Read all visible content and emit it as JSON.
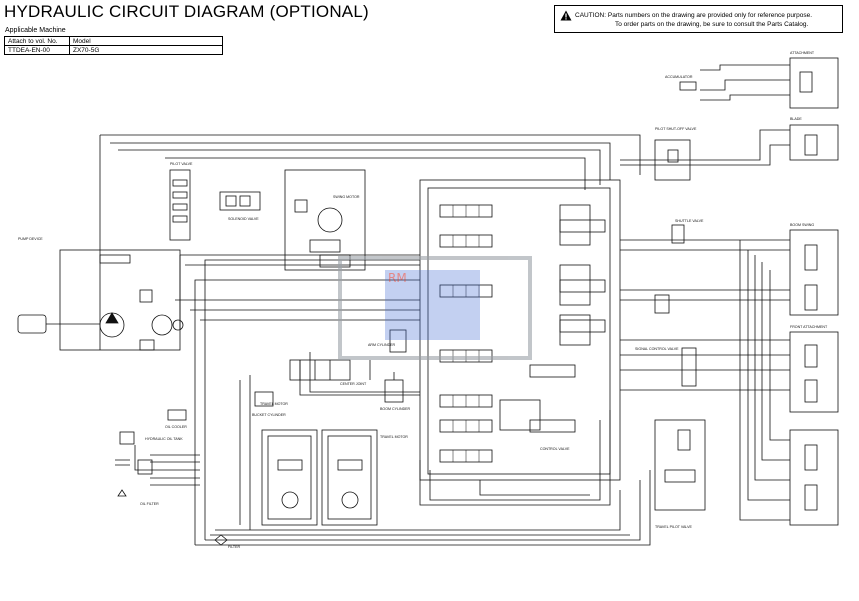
{
  "header": {
    "title": "HYDRAULIC CIRCUIT DIAGRAM (OPTIONAL)",
    "applicable_label": "Applicable Machine",
    "table": {
      "col1_header": "Attach to vol. No.",
      "col2_header": "Model",
      "col1_value": "TTDEA-EN-00",
      "col2_value": "ZX70-5G"
    }
  },
  "caution": {
    "icon": "warning-triangle-icon",
    "line1": "CAUTION: Parts numbers on the drawing are provided only for reference purpose.",
    "line2": "To order parts on the drawing, be sure to consult the Parts Catalog."
  },
  "watermark": {
    "letters": "RM",
    "colors": {
      "blue": "#4a6fd6",
      "red": "#d23a3a",
      "gray": "#9aa0a6"
    }
  },
  "labels": {
    "pump": "PUMP DEVICE",
    "pilot_valve": "PILOT VALVE",
    "control_valve": "CONTROL VALVE",
    "swing_motor": "SWING MOTOR",
    "travel_motor_l": "TRAVEL MOTOR",
    "travel_motor_r": "TRAVEL MOTOR",
    "center_joint": "CENTER JOINT",
    "oil_cooler": "OIL COOLER",
    "hydraulic_oil_tank": "HYDRAULIC OIL TANK",
    "attachment": "ATTACHMENT",
    "blade": "BLADE",
    "boom_cylinder": "BOOM CYLINDER",
    "arm_cylinder": "ARM CYLINDER",
    "bucket_cylinder": "BUCKET CYLINDER",
    "solenoid_valve": "SOLENOID VALVE",
    "pilot_shut_off": "PILOT SHUT-OFF VALVE",
    "shuttle_valve": "SHUTTLE VALVE",
    "boom_swing": "BOOM SWING",
    "front_attachment": "FRONT ATTACHMENT",
    "travel_pilot": "TRAVEL PILOT VALVE",
    "accumulator": "ACCUMULATOR",
    "filter": "FILTER",
    "signal_valve": "SIGNAL CONTROL VALVE",
    "oil_filter": "OIL FILTER"
  },
  "colors": {
    "line": "#111111",
    "wm_blue": "#4a6fd6",
    "wm_red": "#d23a3a",
    "wm_gray": "#9aa0a6"
  }
}
